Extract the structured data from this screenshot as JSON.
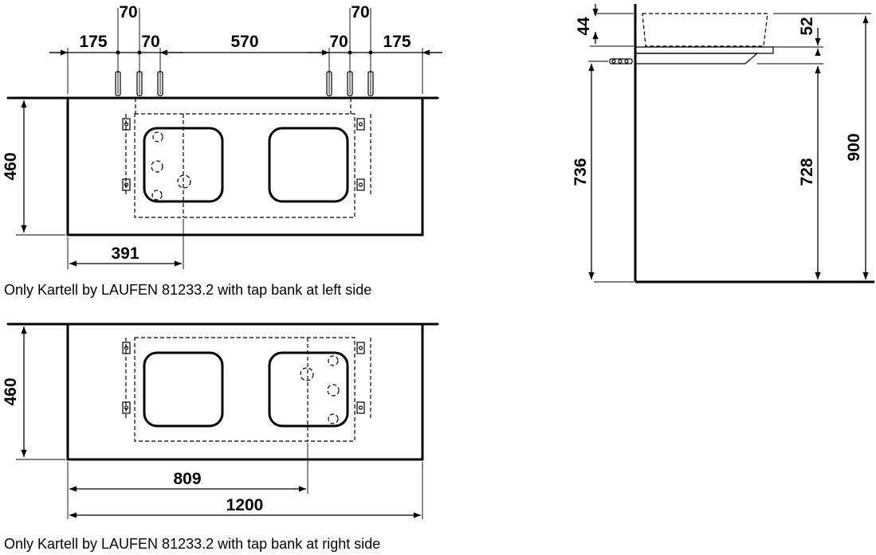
{
  "top_view": {
    "dims_top": {
      "tap_left": "70",
      "tap_right": "70",
      "left_edge": "175",
      "left_gap": "70",
      "center": "570",
      "right_gap": "70",
      "right_edge": "175"
    },
    "depth": "460",
    "tap_offset": "391",
    "caption": "Only Kartell by LAUFEN 81233.2 with tap bank at left side"
  },
  "bottom_view": {
    "depth": "460",
    "tap_offset": "809",
    "width": "1200",
    "caption": "Only Kartell by LAUFEN 81233.2 with tap bank at right side"
  },
  "side_view": {
    "basin_height": "44",
    "top_thickness": "52",
    "tap_height": "736",
    "underside_height": "728",
    "total_height": "900"
  }
}
